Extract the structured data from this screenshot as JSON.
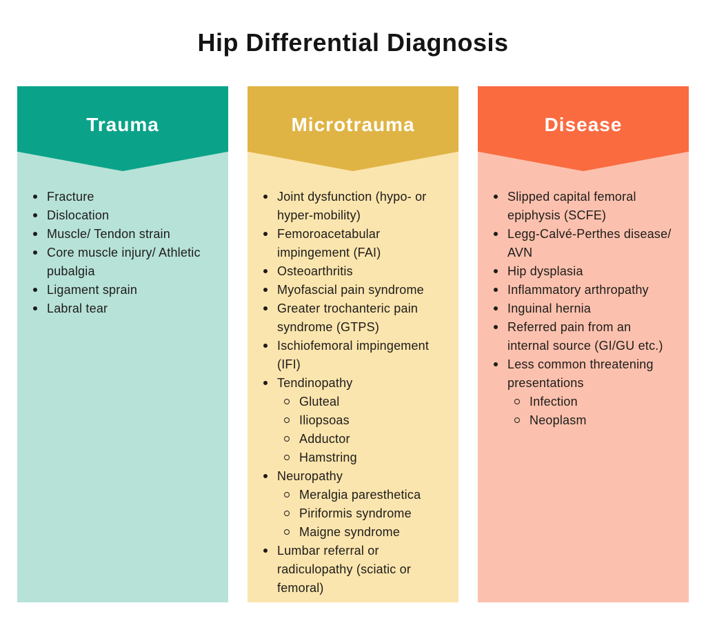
{
  "title": "Hip Differential Diagnosis",
  "colors": {
    "background": "#ffffff",
    "title_text": "#141414",
    "body_text": "#1d1c1a",
    "header_text": "#ffffff"
  },
  "columns": [
    {
      "label": "Trauma",
      "header_color": "#0aa389",
      "body_color": "#b7e2d8",
      "items": [
        {
          "level": 1,
          "text": "Fracture"
        },
        {
          "level": 1,
          "text": "Dislocation"
        },
        {
          "level": 1,
          "text": "Muscle/ Tendon strain"
        },
        {
          "level": 1,
          "text": "Core muscle injury/ Athletic pubalgia"
        },
        {
          "level": 1,
          "text": "Ligament sprain"
        },
        {
          "level": 1,
          "text": "Labral tear"
        }
      ]
    },
    {
      "label": "Microtrauma",
      "header_color": "#e0b444",
      "body_color": "#fbe5ae",
      "items": [
        {
          "level": 1,
          "text": "Joint dysfunction (hypo- or hyper-mobility)"
        },
        {
          "level": 1,
          "text": "Femoroacetabular impingement (FAI)"
        },
        {
          "level": 1,
          "text": "Osteoarthritis"
        },
        {
          "level": 1,
          "text": "Myofascial pain syndrome"
        },
        {
          "level": 1,
          "text": "Greater trochanteric pain syndrome (GTPS)"
        },
        {
          "level": 1,
          "text": "Ischiofemoral impingement (IFI)"
        },
        {
          "level": 1,
          "text": "Tendinopathy"
        },
        {
          "level": 2,
          "text": "Gluteal"
        },
        {
          "level": 2,
          "text": "Iliopsoas"
        },
        {
          "level": 2,
          "text": "Adductor"
        },
        {
          "level": 2,
          "text": "Hamstring"
        },
        {
          "level": 1,
          "text": "Neuropathy"
        },
        {
          "level": 2,
          "text": "Meralgia paresthetica"
        },
        {
          "level": 2,
          "text": "Piriformis syndrome"
        },
        {
          "level": 2,
          "text": "Maigne syndrome"
        },
        {
          "level": 1,
          "text": "Lumbar referral or radiculopathy (sciatic or femoral)"
        }
      ]
    },
    {
      "label": "Disease",
      "header_color": "#fa6b40",
      "body_color": "#fcc1ae",
      "items": [
        {
          "level": 1,
          "text": "Slipped capital femoral epiphysis (SCFE)"
        },
        {
          "level": 1,
          "text": "Legg-Calvé-Perthes disease/ AVN"
        },
        {
          "level": 1,
          "text": "Hip dysplasia"
        },
        {
          "level": 1,
          "text": "Inflammatory arthropathy"
        },
        {
          "level": 1,
          "text": "Inguinal hernia"
        },
        {
          "level": 1,
          "text": "Referred pain from an internal source (GI/GU etc.)"
        },
        {
          "level": 1,
          "text": "Less common threatening presentations"
        },
        {
          "level": 2,
          "text": "Infection"
        },
        {
          "level": 2,
          "text": "Neoplasm"
        }
      ]
    }
  ]
}
